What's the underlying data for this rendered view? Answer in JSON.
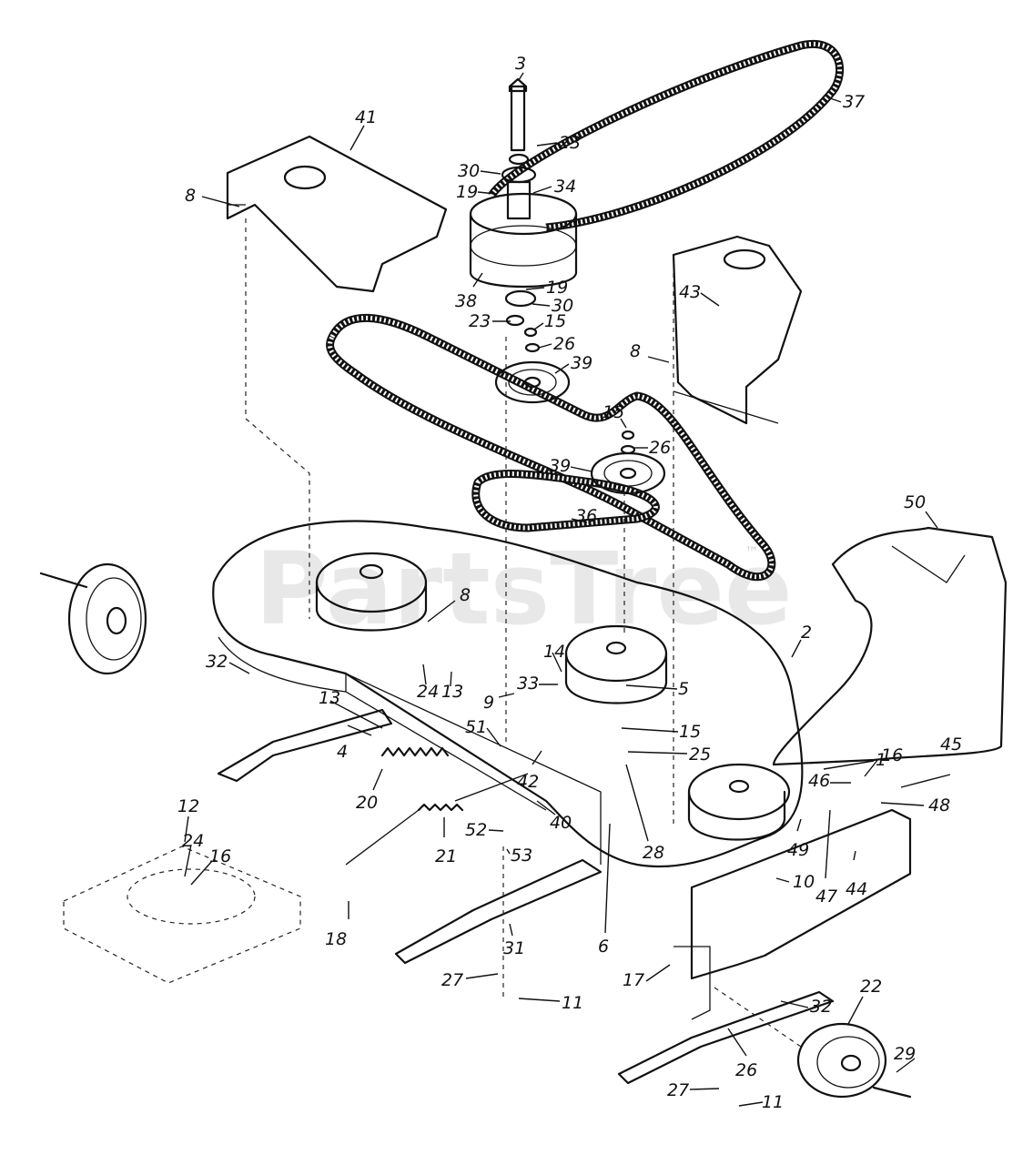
{
  "watermark": {
    "text": "PartsTree",
    "tm": "™"
  },
  "callouts": [
    {
      "id": "c3",
      "text": "3"
    },
    {
      "id": "c37",
      "text": "37"
    },
    {
      "id": "c41",
      "text": "41"
    },
    {
      "id": "c23a",
      "text": "23"
    },
    {
      "id": "c30a",
      "text": "30"
    },
    {
      "id": "c19a",
      "text": "19"
    },
    {
      "id": "c34",
      "text": "34"
    },
    {
      "id": "c8a",
      "text": "8"
    },
    {
      "id": "c19b",
      "text": "19"
    },
    {
      "id": "c38",
      "text": "38"
    },
    {
      "id": "c30b",
      "text": "30"
    },
    {
      "id": "c23b",
      "text": "23"
    },
    {
      "id": "c15a",
      "text": "15"
    },
    {
      "id": "c26a",
      "text": "26"
    },
    {
      "id": "c43",
      "text": "43"
    },
    {
      "id": "c39a",
      "text": "39"
    },
    {
      "id": "c8b",
      "text": "8"
    },
    {
      "id": "c15b",
      "text": "15"
    },
    {
      "id": "c26b",
      "text": "26"
    },
    {
      "id": "c39b",
      "text": "39"
    },
    {
      "id": "c36",
      "text": "36"
    },
    {
      "id": "c50",
      "text": "50"
    },
    {
      "id": "c8c",
      "text": "8"
    },
    {
      "id": "c2",
      "text": "2"
    },
    {
      "id": "c24a",
      "text": "24"
    },
    {
      "id": "c13a",
      "text": "13"
    },
    {
      "id": "c14",
      "text": "14"
    },
    {
      "id": "c9",
      "text": "9"
    },
    {
      "id": "c13b",
      "text": "13"
    },
    {
      "id": "c33",
      "text": "33"
    },
    {
      "id": "c5",
      "text": "5"
    },
    {
      "id": "c32a",
      "text": "32"
    },
    {
      "id": "c4",
      "text": "4"
    },
    {
      "id": "c51",
      "text": "51"
    },
    {
      "id": "c15c",
      "text": "15"
    },
    {
      "id": "c1",
      "text": "1"
    },
    {
      "id": "c25",
      "text": "25"
    },
    {
      "id": "c42",
      "text": "42"
    },
    {
      "id": "c16a",
      "text": "16"
    },
    {
      "id": "c45",
      "text": "45"
    },
    {
      "id": "c46",
      "text": "46"
    },
    {
      "id": "c20",
      "text": "20"
    },
    {
      "id": "c12",
      "text": "12"
    },
    {
      "id": "c48",
      "text": "48"
    },
    {
      "id": "c40",
      "text": "40"
    },
    {
      "id": "c24b",
      "text": "24"
    },
    {
      "id": "c16b",
      "text": "16"
    },
    {
      "id": "c21",
      "text": "21"
    },
    {
      "id": "c52",
      "text": "52"
    },
    {
      "id": "c28",
      "text": "28"
    },
    {
      "id": "c49",
      "text": "49"
    },
    {
      "id": "c53",
      "text": "53"
    },
    {
      "id": "c10",
      "text": "10"
    },
    {
      "id": "c44",
      "text": "44"
    },
    {
      "id": "c47",
      "text": "47"
    },
    {
      "id": "c18",
      "text": "18"
    },
    {
      "id": "c31",
      "text": "31"
    },
    {
      "id": "c6",
      "text": "6"
    },
    {
      "id": "c22",
      "text": "22"
    },
    {
      "id": "c17",
      "text": "17"
    },
    {
      "id": "c27a",
      "text": "27"
    },
    {
      "id": "c32b",
      "text": "32"
    },
    {
      "id": "c11a",
      "text": "11"
    },
    {
      "id": "c26c",
      "text": "26"
    },
    {
      "id": "c29",
      "text": "29"
    },
    {
      "id": "c27b",
      "text": "27"
    },
    {
      "id": "c11b",
      "text": "11"
    }
  ]
}
